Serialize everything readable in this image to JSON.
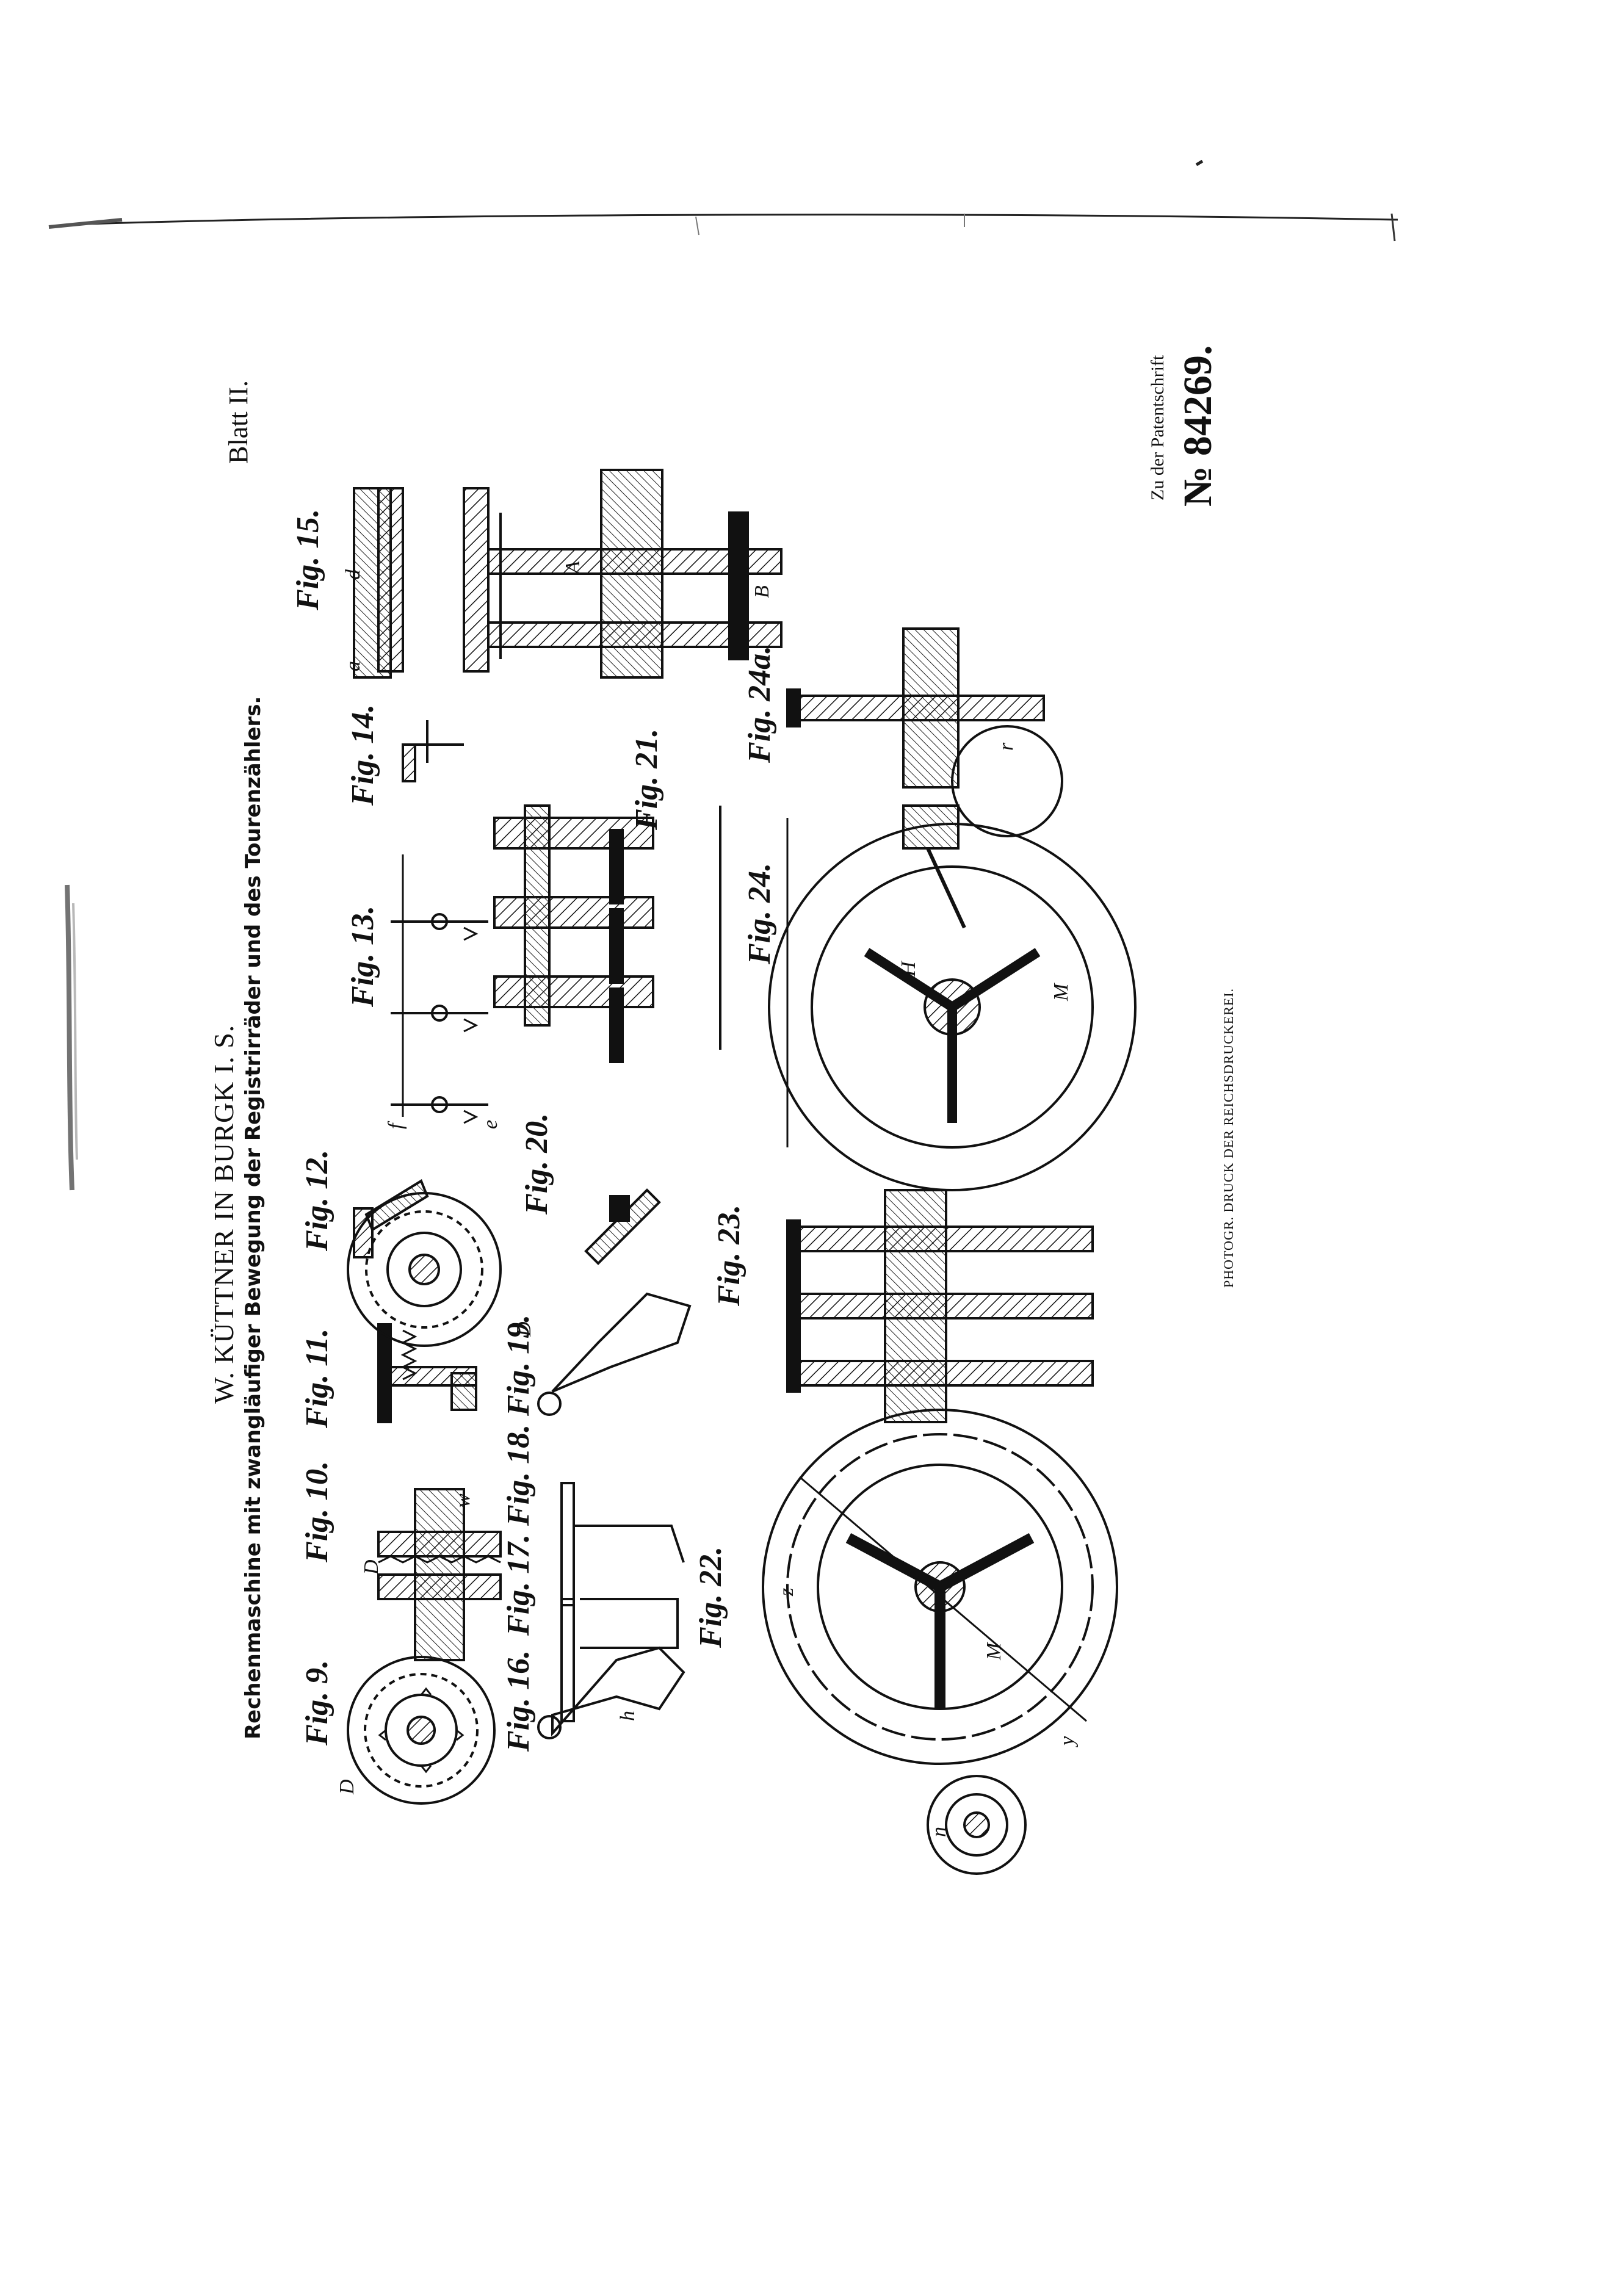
{
  "sheet": {
    "blatt": "Blatt II.",
    "inventor": "W. KÜTTNER IN BURGK I. S.",
    "title_line1": "Rechenmaschine mit zwangläufiger Bewegung der Registrirräder und des Tourenzählers.",
    "patent_caption": "Zu der Patentschrift",
    "patent_number": "№ 84269.",
    "printer": "PHOTOGR. DRUCK DER REICHSDRUCKEREI."
  },
  "figures": {
    "fig9": "Fig. 9.",
    "fig10": "Fig. 10.",
    "fig11": "Fig. 11.",
    "fig12": "Fig. 12.",
    "fig13": "Fig. 13.",
    "fig14": "Fig. 14.",
    "fig15": "Fig. 15.",
    "fig16": "Fig. 16.",
    "fig17": "Fig. 17.",
    "fig18": "Fig. 18.",
    "fig19": "Fig. 19.",
    "fig20": "Fig. 20.",
    "fig21": "Fig. 21.",
    "fig22": "Fig. 22.",
    "fig23": "Fig. 23.",
    "fig24": "Fig. 24.",
    "fig24a": "Fig. 24a."
  },
  "labels": {
    "D": "D",
    "w": "w",
    "A": "A",
    "B": "B",
    "H": "H",
    "M": "M",
    "h": "h",
    "n": "n",
    "y": "y",
    "z": "z",
    "f": "f",
    "e": "e",
    "r": "r",
    "a": "a",
    "d": "d"
  },
  "colors": {
    "ink": "#111111",
    "paper": "#ffffff",
    "shade": "#555555"
  }
}
